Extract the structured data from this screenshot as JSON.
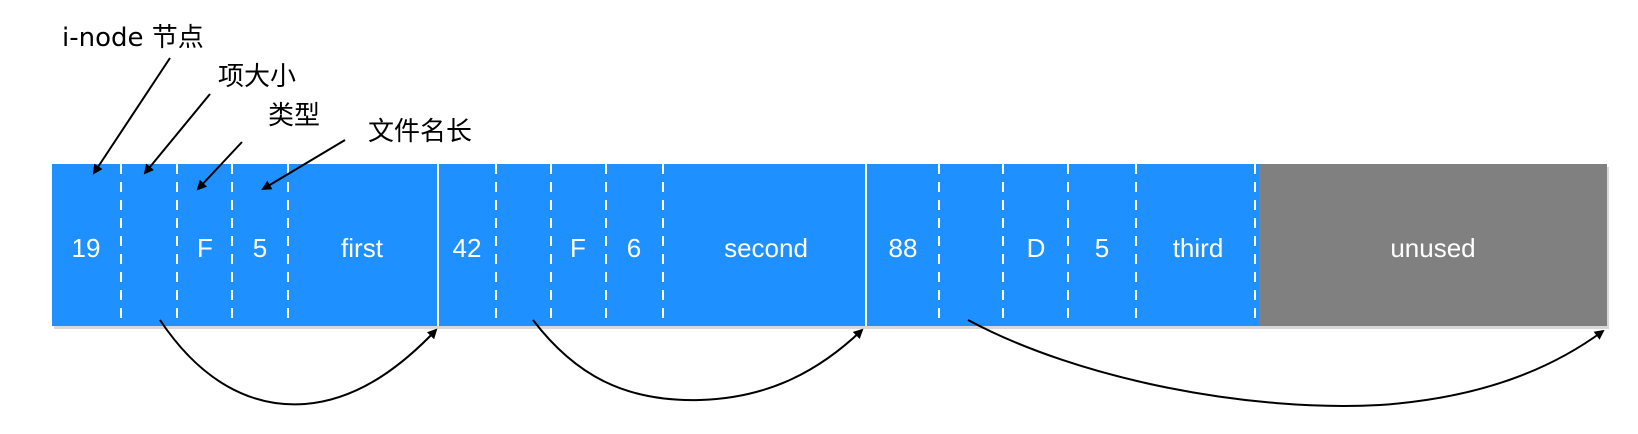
{
  "callouts": {
    "inode": "i-node 节点",
    "entry_size": "项大小",
    "type": "类型",
    "name_length": "文件名长"
  },
  "entries": [
    {
      "inode": "19",
      "entry_size": "",
      "type": "F",
      "name_length": "5",
      "name": "first"
    },
    {
      "inode": "42",
      "entry_size": "",
      "type": "F",
      "name_length": "6",
      "name": "second"
    },
    {
      "inode": "88",
      "entry_size": "",
      "type": "D",
      "name_length": "5",
      "name": "third"
    }
  ],
  "unused_label": "unused",
  "colors": {
    "entry_fill": "#1E90FF",
    "unused_fill": "#808080",
    "divider": "#ffffff",
    "text_on_cell": "#ffffff",
    "arrow": "#000000"
  }
}
